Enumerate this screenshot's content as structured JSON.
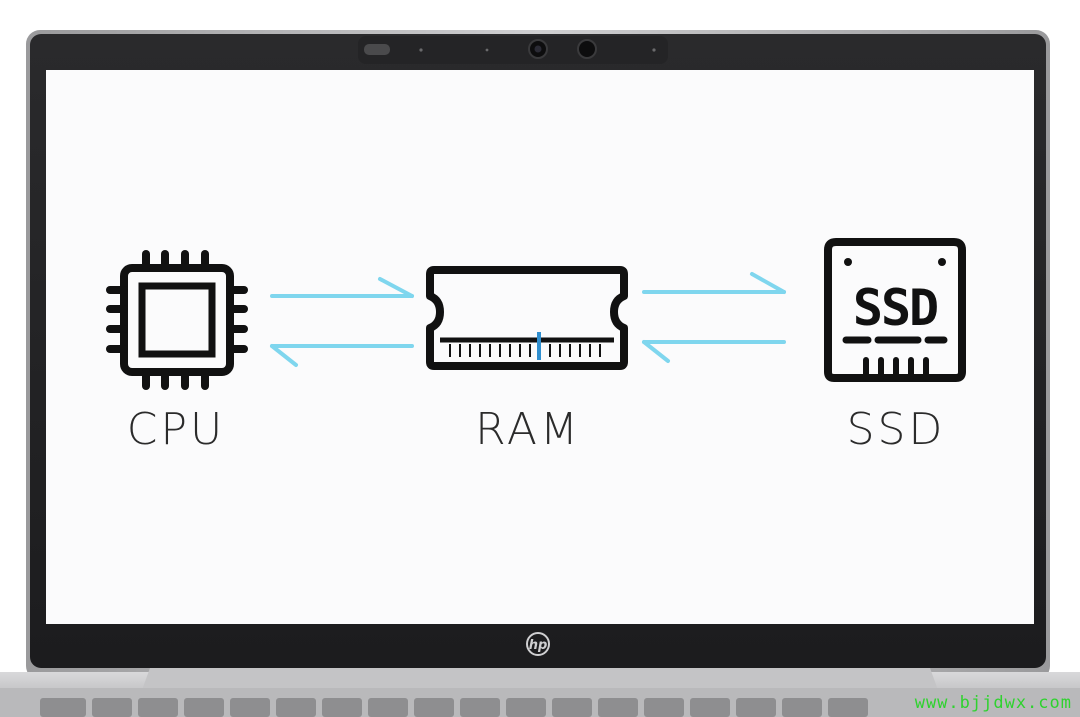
{
  "diagram": {
    "nodes": [
      {
        "id": "cpu",
        "label": "CPU",
        "icon": "cpu-chip-icon"
      },
      {
        "id": "ram",
        "label": "RAM",
        "icon": "ram-module-icon"
      },
      {
        "id": "ssd",
        "label": "SSD",
        "icon": "ssd-drive-icon"
      }
    ],
    "edges": [
      {
        "from": "cpu",
        "to": "ram",
        "direction": "right"
      },
      {
        "from": "ram",
        "to": "cpu",
        "direction": "left"
      },
      {
        "from": "ram",
        "to": "ssd",
        "direction": "right"
      },
      {
        "from": "ssd",
        "to": "ram",
        "direction": "left"
      }
    ],
    "ssd_chip_text": "SSD"
  },
  "device": {
    "brand_logo": "hp",
    "icons": [
      "webcam-icon",
      "hp-logo-icon",
      "keyboard-icon"
    ]
  },
  "watermark": "www.bjjdwx.com",
  "colors": {
    "arrow": "#7fd6ee",
    "icon_stroke": "#111111",
    "ram_marker": "#2f8fd0",
    "label": "#2b2b2b",
    "watermark": "#2fd22f"
  }
}
